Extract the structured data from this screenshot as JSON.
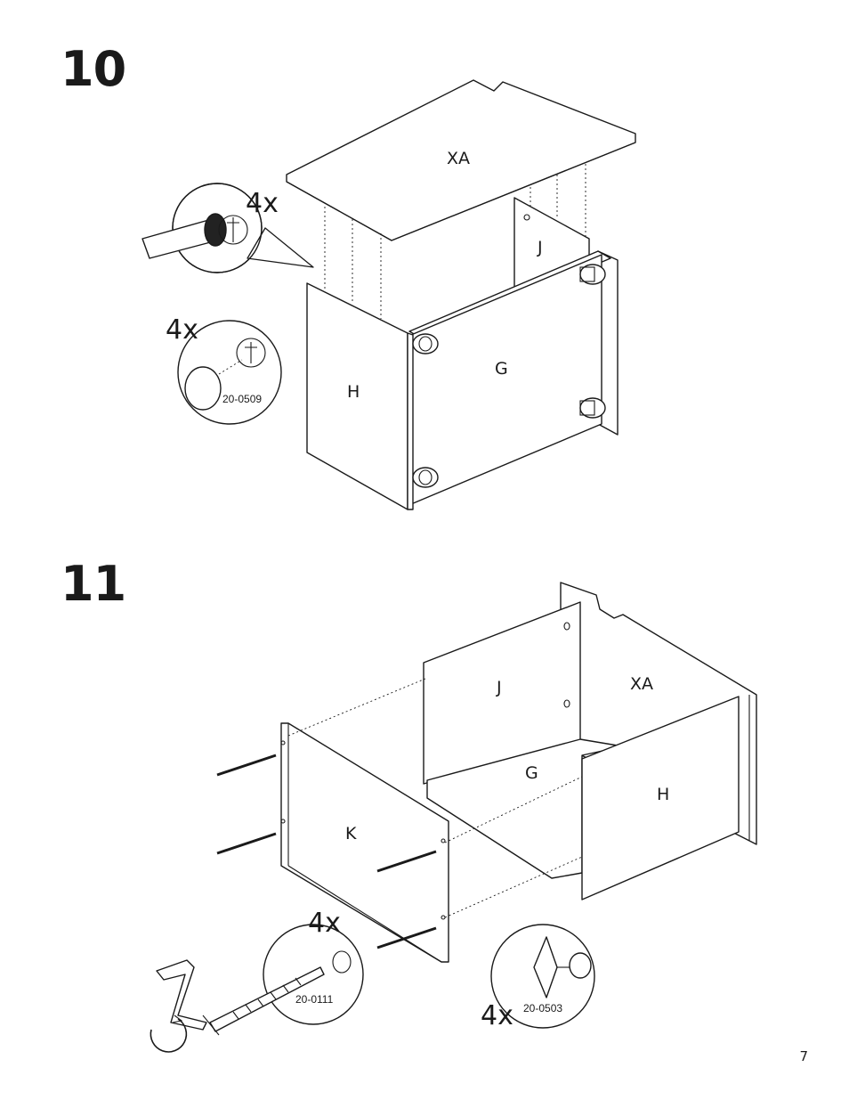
{
  "steps": [
    {
      "number": "10",
      "quantity_labels": [
        "4x",
        "4x"
      ],
      "part_code": "20-0509",
      "parts": [
        "XA",
        "J",
        "G",
        "H"
      ]
    },
    {
      "number": "11",
      "quantity_labels": [
        "4x",
        "4x"
      ],
      "part_codes": [
        "20-0111",
        "20-0503"
      ],
      "parts": [
        "J",
        "XA",
        "G",
        "H",
        "K"
      ]
    }
  ],
  "page_number": "7"
}
